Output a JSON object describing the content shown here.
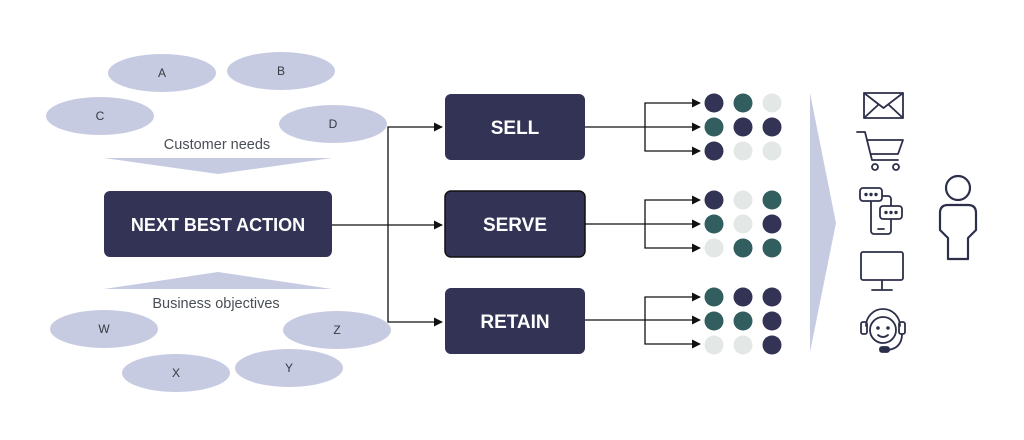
{
  "customer_needs": {
    "caption": "Customer needs",
    "items": [
      "A",
      "B",
      "C",
      "D"
    ]
  },
  "business_objectives": {
    "caption": "Business objectives",
    "items": [
      "W",
      "Z",
      "X",
      "Y"
    ]
  },
  "center": {
    "label": "NEXT BEST ACTION"
  },
  "actions": [
    {
      "label": "SELL",
      "dots": [
        [
          "navy",
          "teal",
          "light"
        ],
        [
          "teal",
          "navy",
          "navy"
        ],
        [
          "navy",
          "light",
          "light"
        ]
      ]
    },
    {
      "label": "SERVE",
      "dots": [
        [
          "navy",
          "light",
          "teal"
        ],
        [
          "teal",
          "light",
          "navy"
        ],
        [
          "light",
          "teal",
          "teal"
        ]
      ]
    },
    {
      "label": "RETAIN",
      "dots": [
        [
          "teal",
          "navy",
          "navy"
        ],
        [
          "teal",
          "teal",
          "navy"
        ],
        [
          "light",
          "light",
          "navy"
        ]
      ]
    }
  ],
  "channels": [
    "email-icon",
    "shopping-cart-icon",
    "mobile-chat-icon",
    "desktop-monitor-icon",
    "headset-support-icon"
  ],
  "customer_icon": "person-icon",
  "colors": {
    "navy": "#333355",
    "teal": "#335e5f",
    "light": "#e3e8e6",
    "ellipse": "#c6cbe2",
    "icon": "#2c2f4a"
  }
}
